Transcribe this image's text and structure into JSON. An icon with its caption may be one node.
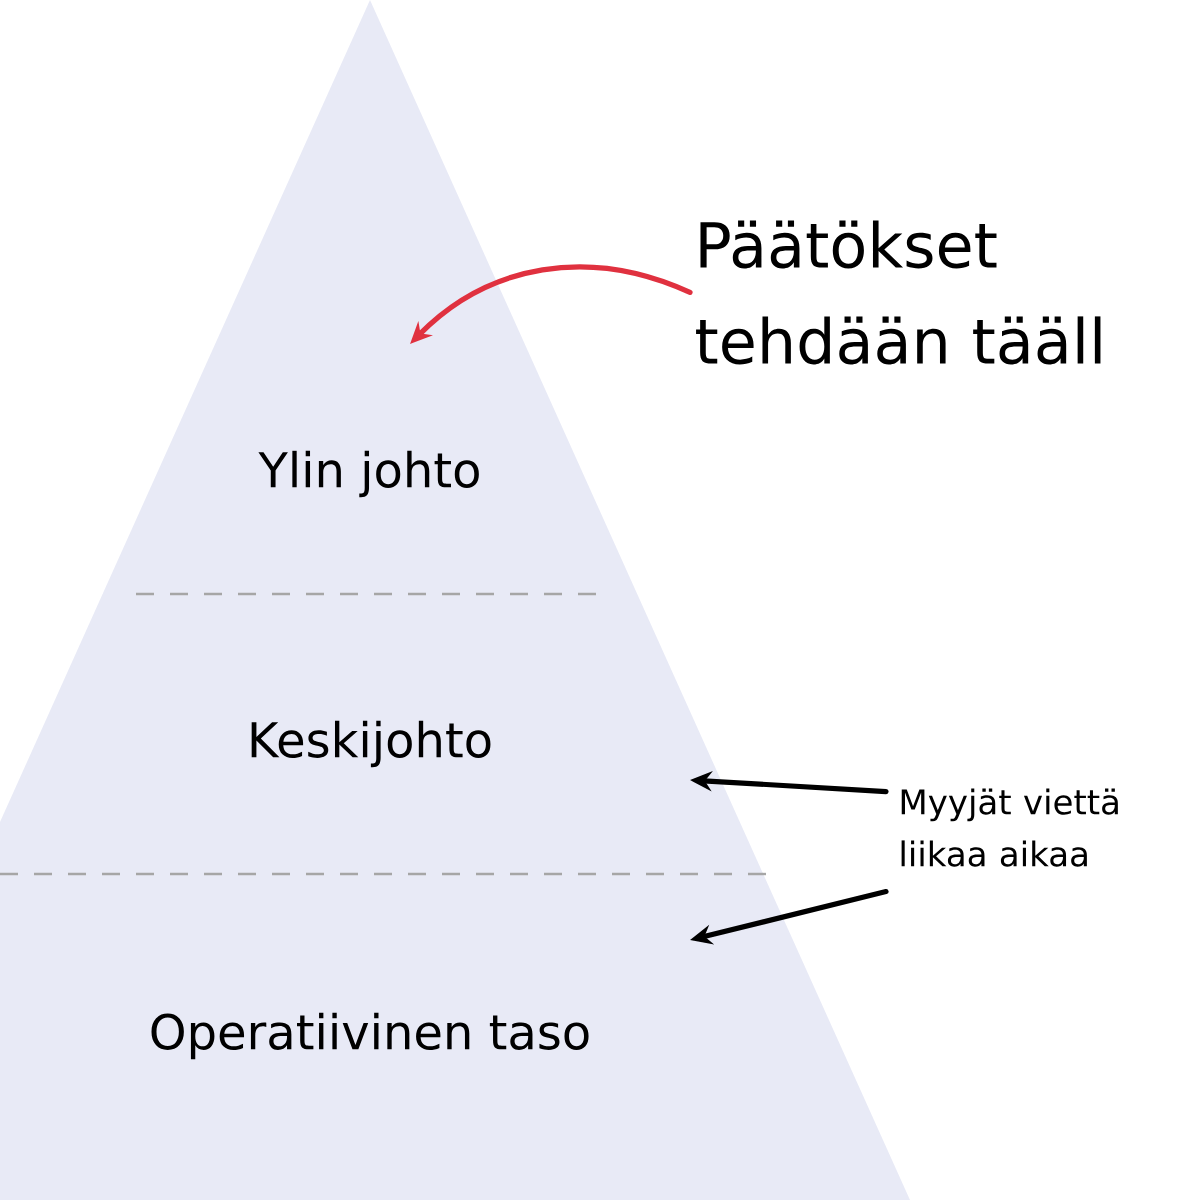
{
  "diagram": {
    "nodes": [
      {
        "text": [
          "Ylin johto"
        ]
      },
      {
        "text": [
          "Keskijohto"
        ]
      },
      {
        "text": [
          "Operatiivinen taso"
        ]
      },
      {
        "text": [
          "Päätökset tehdään tääll"
        ]
      },
      {
        "text": [
          "Myyjät viettä liikaa aikaa"
        ]
      }
    ],
    "edges": [
      {
        "from": 3,
        "to": 0,
        "arrow": "to",
        "color": "#e0313f"
      },
      {
        "from": 4,
        "to": 1,
        "arrow": "to"
      },
      {
        "from": 4,
        "to": 2,
        "arrow": "to"
      }
    ]
  }
}
